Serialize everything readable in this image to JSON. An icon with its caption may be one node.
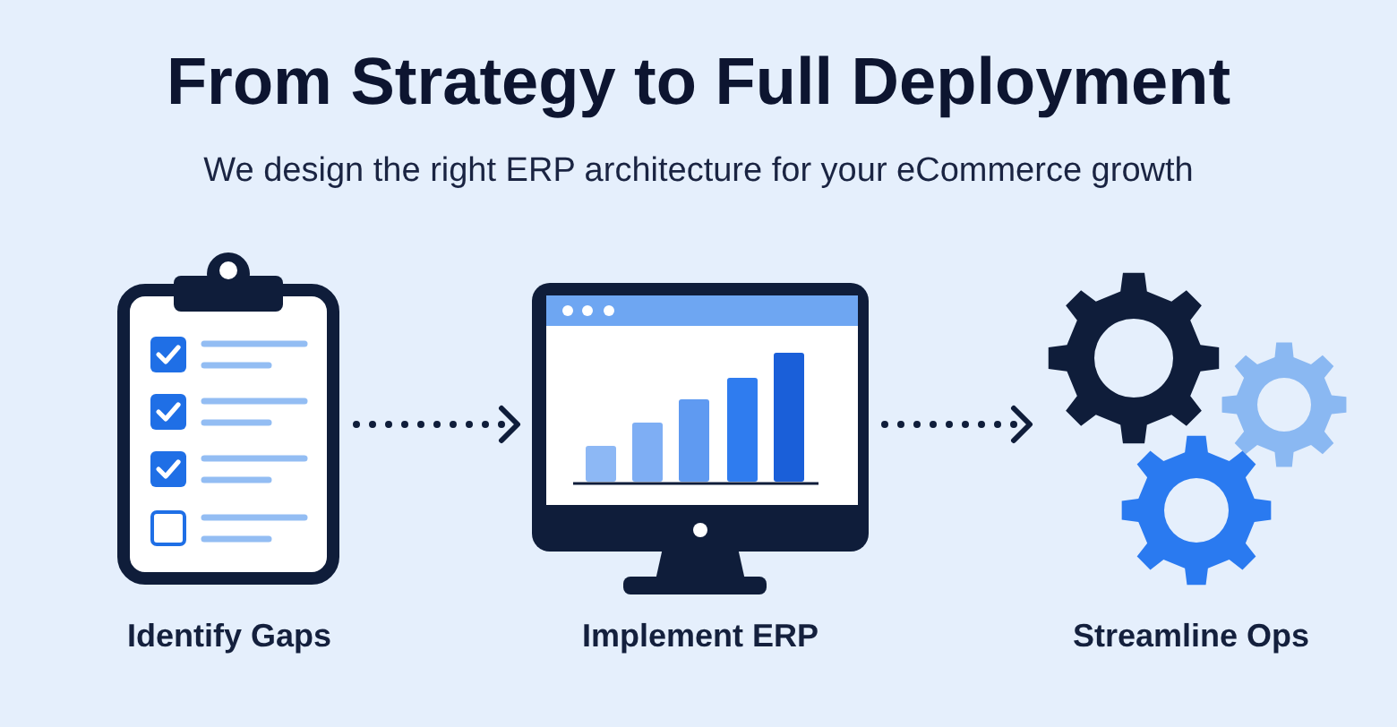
{
  "diagram": {
    "title": "From Strategy to Full Deployment",
    "nodes": [
      {
        "text": [],
        "shape": "picture",
        "beside": [
          "Identify Gaps"
        ]
      },
      {
        "text": [],
        "shape": "picture",
        "beside": [
          "Implement ERP"
        ]
      },
      {
        "text": [],
        "shape": "picture",
        "beside": [
          "Streamline Ops"
        ]
      }
    ],
    "edges": [
      {
        "from": 0,
        "to": 1,
        "arrow": "to",
        "style": "dashed"
      },
      {
        "from": 1,
        "to": 2,
        "arrow": "to",
        "style": "dashed"
      }
    ],
    "labels": [
      "We design the right ERP architecture for your eCommerce growth"
    ]
  }
}
